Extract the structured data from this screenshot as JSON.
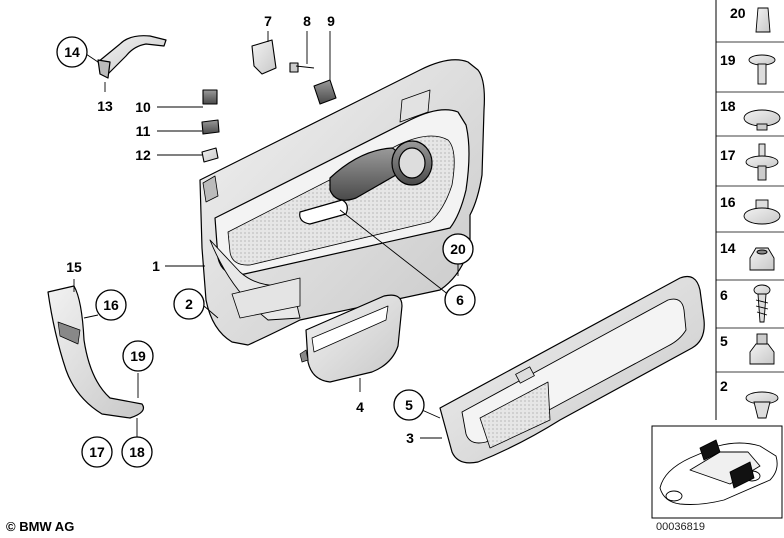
{
  "copyright": "© BMW AG",
  "diagram_id": "00036819",
  "callouts": [
    "1",
    "2",
    "3",
    "4",
    "5",
    "6",
    "7",
    "8",
    "9",
    "10",
    "11",
    "12",
    "13",
    "14",
    "15",
    "16",
    "17",
    "18",
    "19",
    "20"
  ],
  "parts_legend": [
    {
      "label": "20",
      "part": "cap"
    },
    {
      "label": "19",
      "part": "rivet"
    },
    {
      "label": "18",
      "part": "clip"
    },
    {
      "label": "17",
      "part": "expanding-rivet"
    },
    {
      "label": "16",
      "part": "clip"
    },
    {
      "label": "14",
      "part": "nut"
    },
    {
      "label": "6",
      "part": "screw"
    },
    {
      "label": "5",
      "part": "nut"
    },
    {
      "label": "2",
      "part": "clip"
    }
  ],
  "icons": [
    "door-panel-icon",
    "door-pocket-icon",
    "car-overview-icon",
    "hinge-bracket-icon"
  ]
}
